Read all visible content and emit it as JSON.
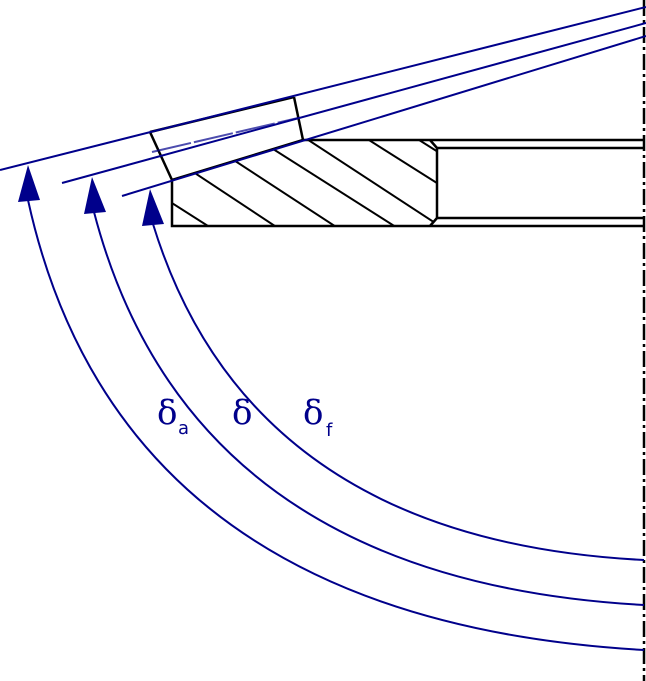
{
  "colors": {
    "dimension": "#00008b",
    "outline": "#000000",
    "background": "#ffffff"
  },
  "labels": {
    "tip_angle": {
      "symbol": "δ",
      "subscript": "a"
    },
    "pitch_angle": {
      "symbol": "δ",
      "subscript": ""
    },
    "root_angle": {
      "symbol": "δ",
      "subscript": "f"
    }
  }
}
